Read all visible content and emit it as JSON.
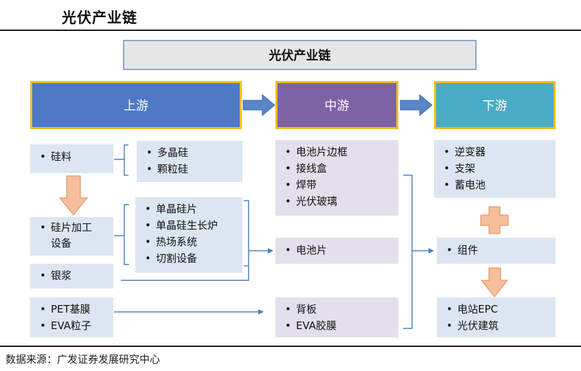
{
  "page_title": "光伏产业链",
  "diagram": {
    "banner": "光伏产业链",
    "stages": {
      "upstream": "上游",
      "midstream": "中游",
      "downstream": "下游"
    },
    "upstream_boxes": {
      "silicon_material": [
        "硅料"
      ],
      "silicon_types": [
        "多晶硅",
        "颗粒硅"
      ],
      "wafer_equipment": [
        "硅片加工",
        "设备"
      ],
      "wafer_products": [
        "单晶硅片",
        "单晶硅生长炉",
        "热场系统",
        "切割设备"
      ],
      "silver_paste": [
        "银浆"
      ],
      "films": [
        "PET基膜",
        "EVA粒子"
      ]
    },
    "midstream_boxes": {
      "components": [
        "电池片边框",
        "接线盒",
        "焊带",
        "光伏玻璃"
      ],
      "cells": [
        "电池片"
      ],
      "backsheet": [
        "背板",
        "EVA胶膜"
      ]
    },
    "downstream_boxes": {
      "equipment": [
        "逆变器",
        "支架",
        "蓄电池"
      ],
      "modules": [
        "组件"
      ],
      "applications": [
        "电站EPC",
        "光伏建筑"
      ]
    }
  },
  "source_note": "数据来源：广发证券发展研究中心",
  "colors": {
    "upstream": "#4e79c6",
    "midstream": "#7e62a6",
    "downstream": "#49abc6",
    "stage_border": "#f2be1f",
    "connector": "#4f81bd",
    "orange_arrow": "#f6be9a"
  }
}
